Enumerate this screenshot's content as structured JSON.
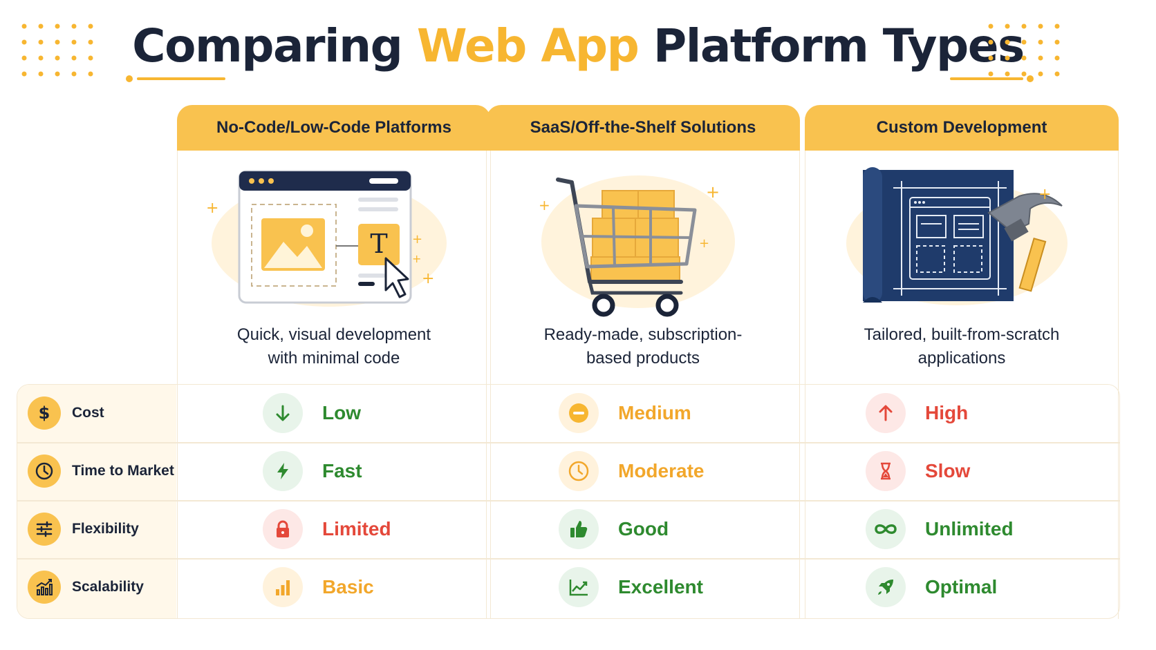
{
  "title": {
    "part1": "Comparing",
    "highlight": "Web App",
    "part2": "Platform Types"
  },
  "colors": {
    "accent": "#f7b631",
    "header": "#f9c24f",
    "navy": "#1b2438",
    "green": "#2e8a2f",
    "amber": "#f2a72b",
    "red": "#e4483a"
  },
  "columns": [
    {
      "header": "No-Code/Low-Code Platforms",
      "desc1": "Quick, visual development",
      "desc2": "with minimal code",
      "illustration": "visual-builder-illustration"
    },
    {
      "header": "SaaS/Off-the-Shelf Solutions",
      "desc1": "Ready-made, subscription-",
      "desc2": "based products",
      "illustration": "shopping-cart-illustration"
    },
    {
      "header": "Custom Development",
      "desc1": "Tailored, built-from-scratch",
      "desc2": "applications",
      "illustration": "blueprint-hammer-illustration"
    }
  ],
  "rows": [
    {
      "label": "Cost",
      "icon": "dollar-icon",
      "cells": [
        {
          "value": "Low",
          "tone": "green",
          "icon": "arrow-down-icon"
        },
        {
          "value": "Medium",
          "tone": "amber",
          "icon": "minus-circle-icon"
        },
        {
          "value": "High",
          "tone": "red",
          "icon": "arrow-up-icon"
        }
      ]
    },
    {
      "label": "Time to Market",
      "icon": "clock-icon",
      "cells": [
        {
          "value": "Fast",
          "tone": "green",
          "icon": "lightning-icon"
        },
        {
          "value": "Moderate",
          "tone": "amber",
          "icon": "clock-icon"
        },
        {
          "value": "Slow",
          "tone": "red",
          "icon": "hourglass-icon"
        }
      ]
    },
    {
      "label": "Flexibility",
      "icon": "sliders-icon",
      "cells": [
        {
          "value": "Limited",
          "tone": "red",
          "icon": "lock-icon"
        },
        {
          "value": "Good",
          "tone": "green",
          "icon": "thumbs-up-icon"
        },
        {
          "value": "Unlimited",
          "tone": "green",
          "icon": "infinity-icon"
        }
      ]
    },
    {
      "label": "Scalability",
      "icon": "growth-chart-icon",
      "cells": [
        {
          "value": "Basic",
          "tone": "amber",
          "icon": "bar-chart-icon"
        },
        {
          "value": "Excellent",
          "tone": "green",
          "icon": "line-chart-icon"
        },
        {
          "value": "Optimal",
          "tone": "green",
          "icon": "rocket-icon"
        }
      ]
    }
  ]
}
